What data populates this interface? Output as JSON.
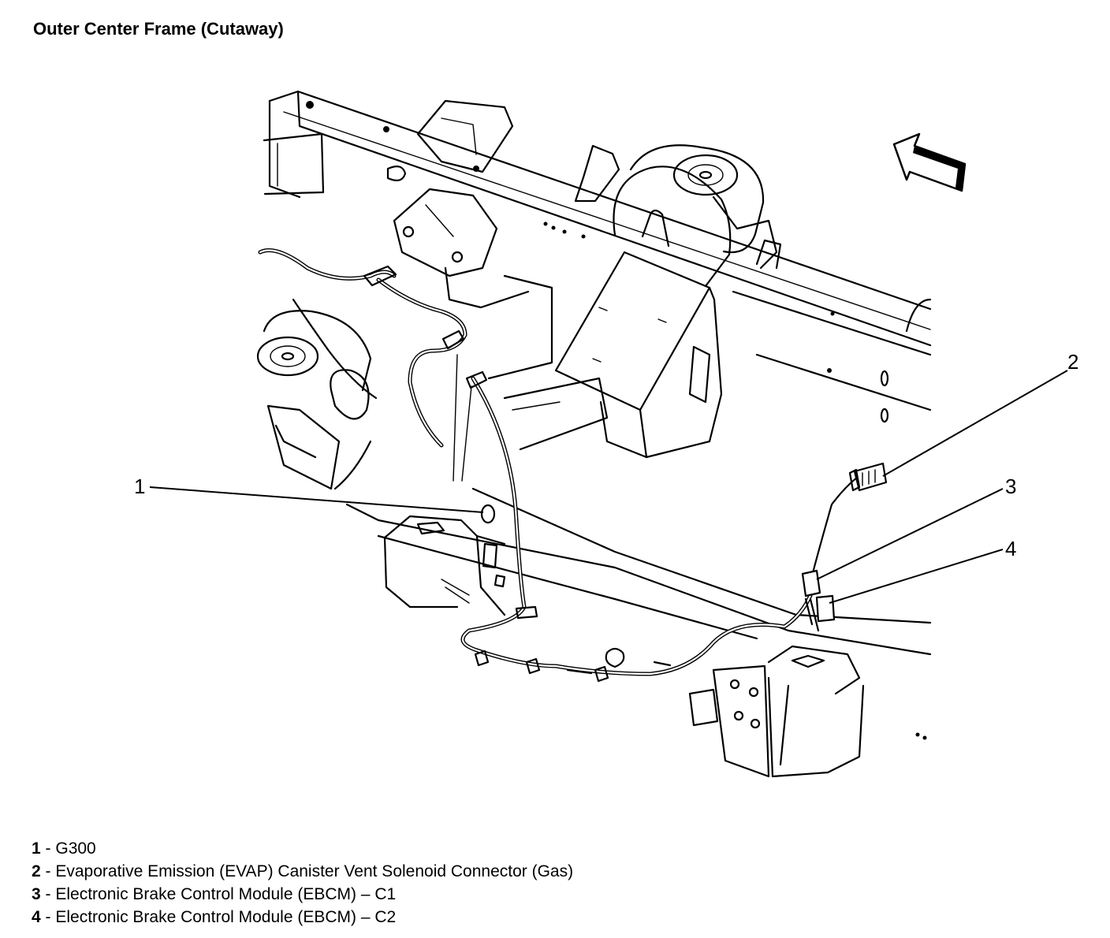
{
  "title": "Outer Center Frame (Cutaway)",
  "callouts": [
    {
      "number": "1",
      "label": "G300"
    },
    {
      "number": "2",
      "label": "Evaporative Emission (EVAP) Canister Vent Solenoid Connector (Gas)"
    },
    {
      "number": "3",
      "label": "Electronic Brake Control Module (EBCM) – C1"
    },
    {
      "number": "4",
      "label": "Electronic Brake Control Module (EBCM) – C2"
    }
  ],
  "icons": {
    "direction_arrow": "forward-direction-arrow-icon"
  }
}
